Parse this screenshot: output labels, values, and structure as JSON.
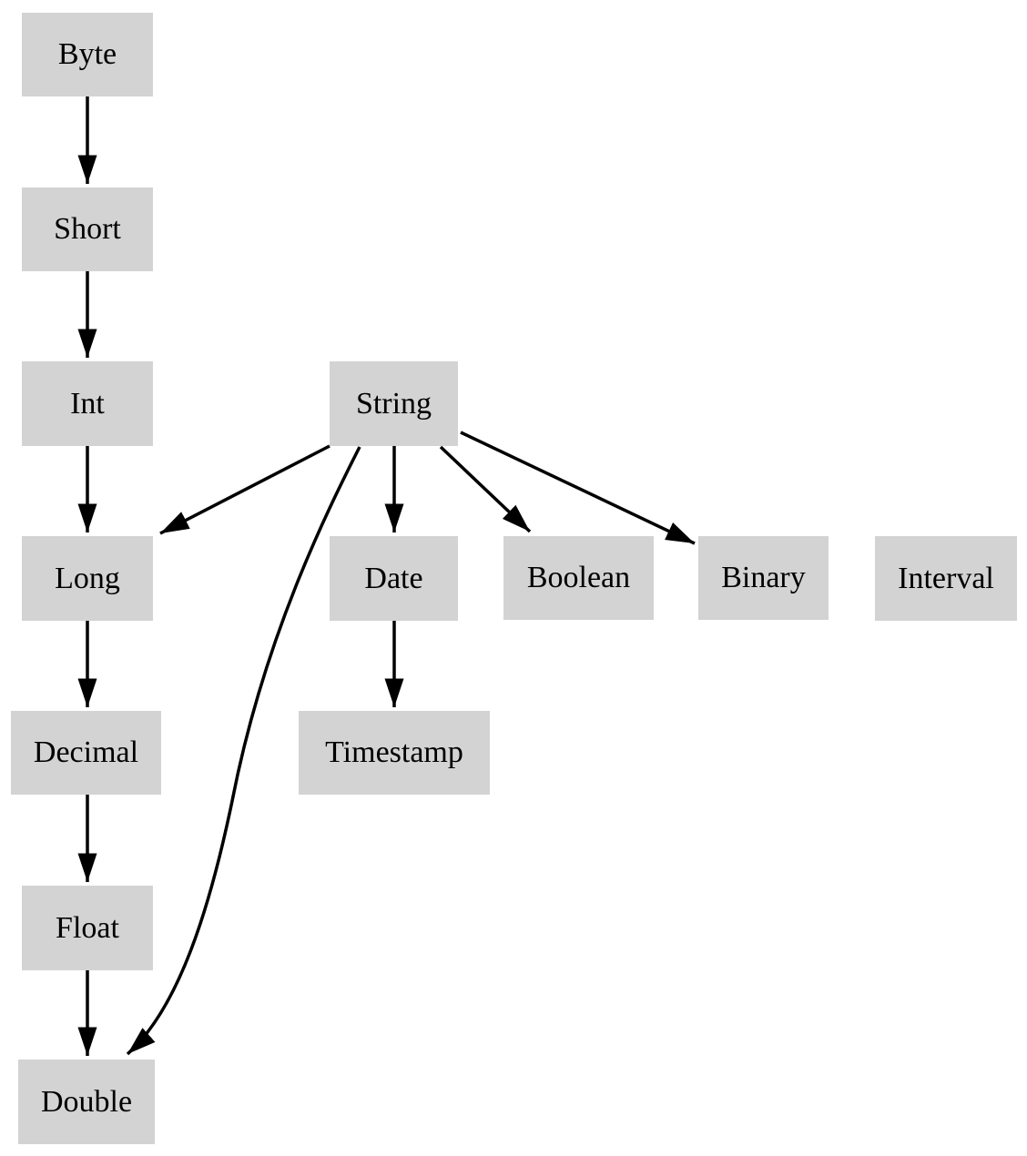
{
  "diagram": {
    "type": "directed-graph",
    "colors": {
      "node_fill": "#d3d3d3",
      "edge": "#000000",
      "text": "#000000",
      "background": "#ffffff"
    },
    "nodes": [
      {
        "id": "byte",
        "label": "Byte"
      },
      {
        "id": "short",
        "label": "Short"
      },
      {
        "id": "int",
        "label": "Int"
      },
      {
        "id": "long",
        "label": "Long"
      },
      {
        "id": "decimal",
        "label": "Decimal"
      },
      {
        "id": "float",
        "label": "Float"
      },
      {
        "id": "double",
        "label": "Double"
      },
      {
        "id": "string",
        "label": "String"
      },
      {
        "id": "date",
        "label": "Date"
      },
      {
        "id": "timestamp",
        "label": "Timestamp"
      },
      {
        "id": "boolean",
        "label": "Boolean"
      },
      {
        "id": "binary",
        "label": "Binary"
      },
      {
        "id": "interval",
        "label": "Interval"
      }
    ],
    "edges": [
      {
        "from": "Byte",
        "to": "Short"
      },
      {
        "from": "Short",
        "to": "Int"
      },
      {
        "from": "Int",
        "to": "Long"
      },
      {
        "from": "Long",
        "to": "Decimal"
      },
      {
        "from": "Decimal",
        "to": "Float"
      },
      {
        "from": "Float",
        "to": "Double"
      },
      {
        "from": "String",
        "to": "Long"
      },
      {
        "from": "String",
        "to": "Date"
      },
      {
        "from": "String",
        "to": "Boolean"
      },
      {
        "from": "String",
        "to": "Binary"
      },
      {
        "from": "String",
        "to": "Double"
      },
      {
        "from": "Date",
        "to": "Timestamp"
      }
    ]
  }
}
